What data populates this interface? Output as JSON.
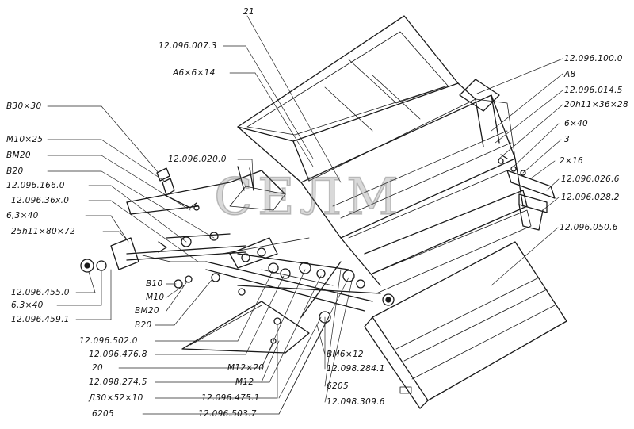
{
  "watermark": "СЕЛМ",
  "labels": {
    "l21": "21",
    "l12_096_007_3": "12.096.007.3",
    "lA6x6x14": "А6×6×14",
    "l12_096_100_0": "12.096.100.0",
    "lA8": "А8",
    "l12_096_014_5": "12.096.014.5",
    "l20h11": "20h11×36×28",
    "l6x40": "6×40",
    "l3": "3",
    "l2x16": "2×16",
    "l12_096_026_6": "12.096.026.6",
    "l12_096_028_2": "12.096.028.2",
    "l12_096_050_6": "12.096.050.6",
    "lB30x30": "В30×30",
    "lM10x25": "М10×25",
    "lBM20": "ВМ20",
    "lB20": "В20",
    "l12_096_166_0": "12.096.166.0",
    "l12_096_36x_0": "12.096.36х.0",
    "l12_096_020_0": "12.096.020.0",
    "l6_3x40a": "6,3×40",
    "l25h11": "25h11×80×72",
    "l12_096_455_0": "12.096.455.0",
    "l6_3x40b": "6,3×40",
    "l12_096_459_1": "12.096.459.1",
    "lB10": "В10",
    "lM10": "М10",
    "lBM20b": "ВМ20",
    "lB20b": "В20",
    "l12_096_502_0": "12.096.502.0",
    "l12_096_476_8": "12.096.476.8",
    "l20": "20",
    "l12_098_274_5": "12.098.274.5",
    "lD30": "Д30×52×10",
    "l6205a": "6205",
    "lM12x20": "М12×20",
    "lM12": "М12",
    "l12_096_475_1": "12.096.475.1",
    "l12_096_503_7": "12.096.503.7",
    "lBM6x12": "ВМ6×12",
    "l12_098_284_1": "12.098.284.1",
    "l6205b": "6205",
    "l12_098_309_6": "12.098.309.6"
  }
}
